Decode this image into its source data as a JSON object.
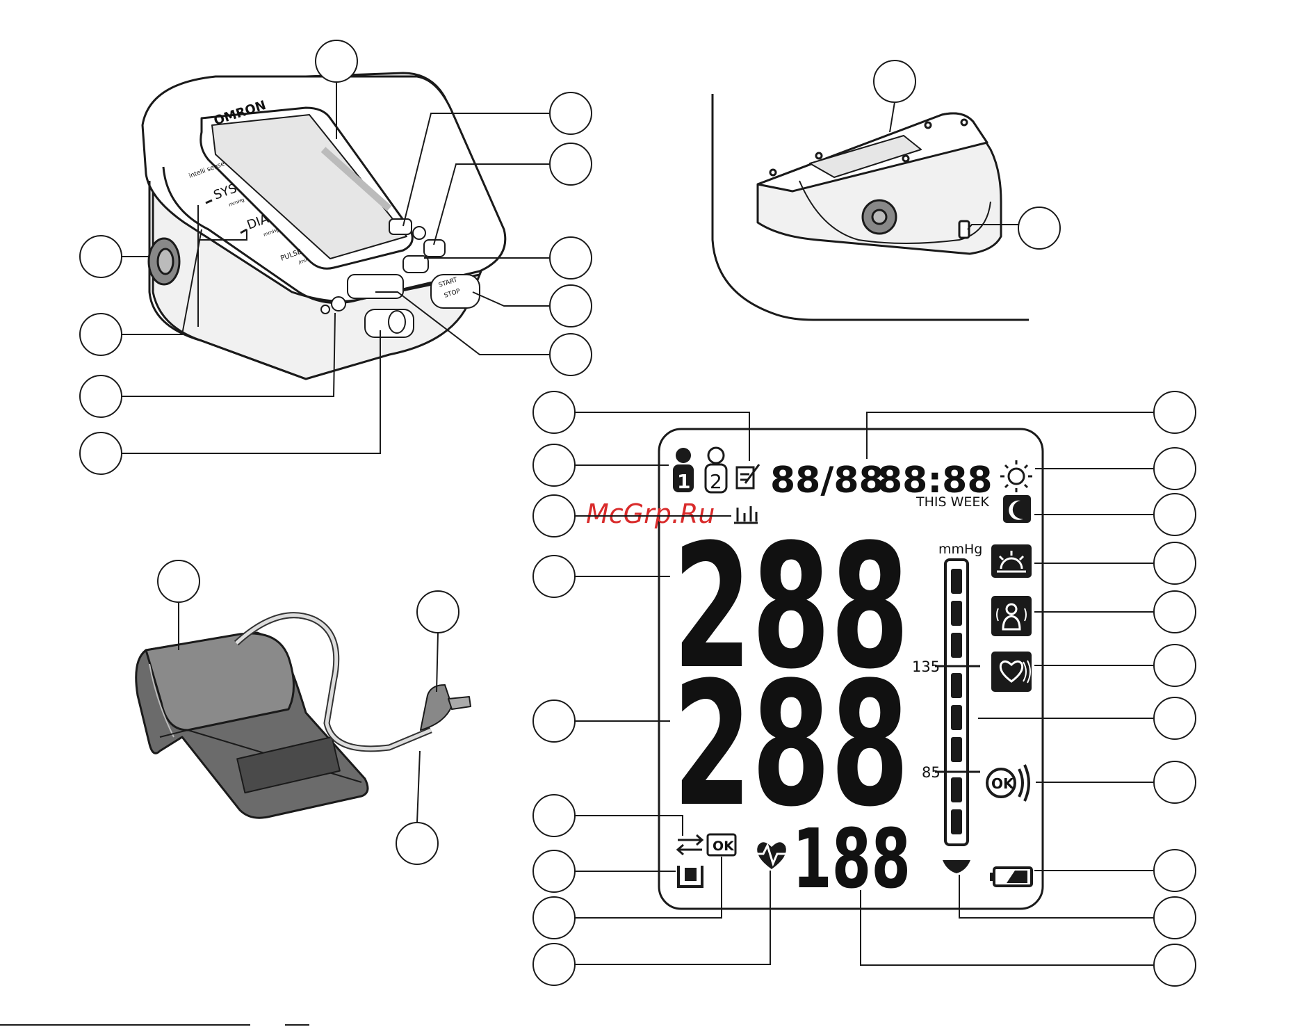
{
  "device": {
    "brand": "OMRON",
    "intellisense": "intelli sense",
    "sys_label": "SYS",
    "dia_label": "DIA",
    "unit_small": "mmHg",
    "pulse_label": "PULSE",
    "pulse_unit": "/min",
    "start_label": "START",
    "stop_label": "STOP"
  },
  "lcd": {
    "date": "88/88",
    "time": "88:88",
    "this_week": "THIS WEEK",
    "mmhg": "mmHg",
    "tick_135": "135",
    "tick_85": "85",
    "sys": "288",
    "dia": "288",
    "pulse": "188",
    "user1": "1",
    "user2": "2",
    "ok_badge": "OK",
    "ok_round": "OK"
  },
  "watermark": "McGrp.Ru",
  "colors": {
    "ink": "#1a1a1a",
    "device_grey": "#d8d8d8",
    "cuff_grey": "#6b6b6b",
    "watermark": "#d92b2b"
  }
}
